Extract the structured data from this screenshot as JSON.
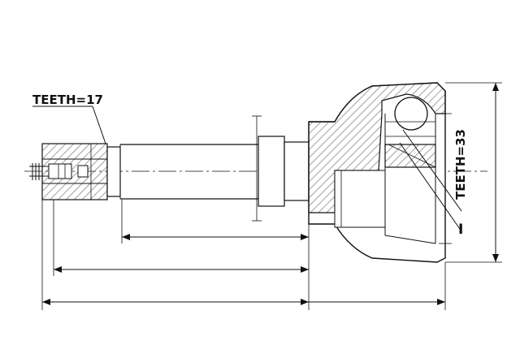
{
  "labels": {
    "teeth_left": "TEETH=17",
    "teeth_right": "TEETH=33",
    "marker": "I"
  },
  "colors": {
    "line": "#111111",
    "hatch": "#777777",
    "background": "#ffffff"
  }
}
